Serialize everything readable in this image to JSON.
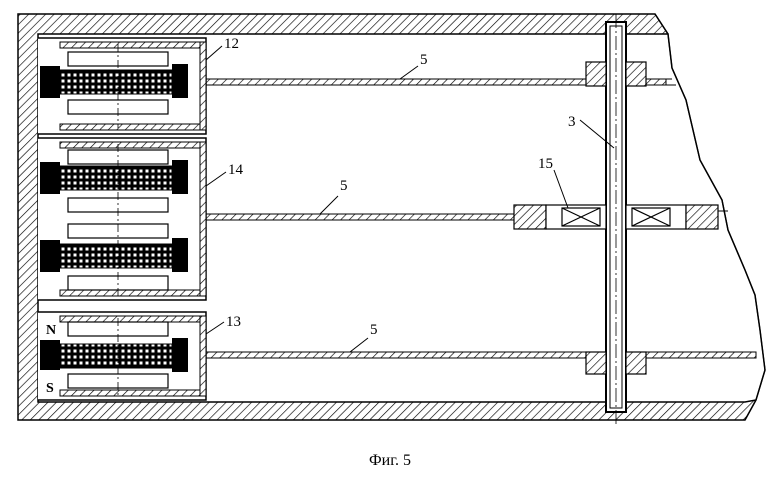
{
  "labels": {
    "tray": "12",
    "middle_tray": "14",
    "bottom_tray": "13",
    "rod_top": "5",
    "rod_mid": "5",
    "rod_bottom": "5",
    "shaft": "3",
    "bearing": "15",
    "pole_n": "N",
    "pole_s": "S"
  },
  "caption": "Фиг. 5",
  "colors": {
    "line": "#000000",
    "paper": "#ffffff"
  }
}
